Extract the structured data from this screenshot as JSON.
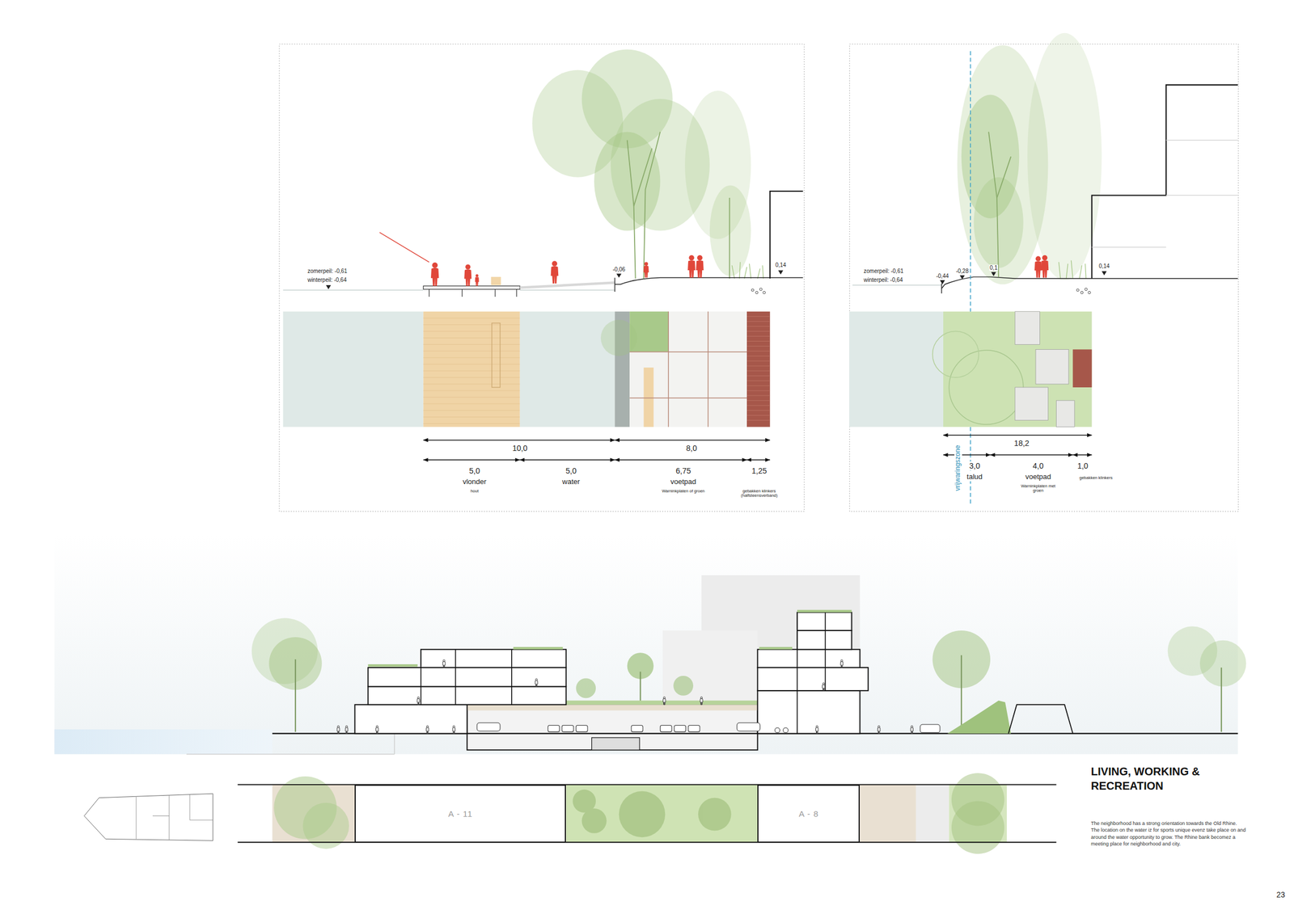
{
  "diagram": {
    "title": "LIVING, WORKING & RECREATION",
    "caption": "The neighborhood has a strong orientation towards the Old Rhine. The location on the water iz for sports unique evenz take place on and around the water opportunity to grow. The Rhine bank becomez a meeting place for neighborhood and city.",
    "nodes": [
      {
        "text": [
          "A - 11"
        ]
      },
      {
        "text": [
          "A - 8"
        ]
      }
    ],
    "labels": [
      "zomerpeil: -0,61",
      "winterpeil: -0,64",
      "-0,06",
      "0,14",
      "10,0",
      "8,0",
      "5,0",
      "vlonder",
      "hout",
      "5,0",
      "water",
      "6,75",
      "voetpad",
      "Warninkplaten of groen",
      "1,25",
      "gebakken klinkers (halfsteensverband)",
      "zomerpeil: -0,61",
      "winterpeil: -0,64",
      "-0,44",
      "-0,28",
      "0,1",
      "0,14",
      "18,2",
      "vrijwaringszone",
      "3,0",
      "talud",
      "4,0",
      "voetpad",
      "Warninkplaten met groen",
      "1,0",
      "gebakken klinkers",
      "23"
    ]
  }
}
